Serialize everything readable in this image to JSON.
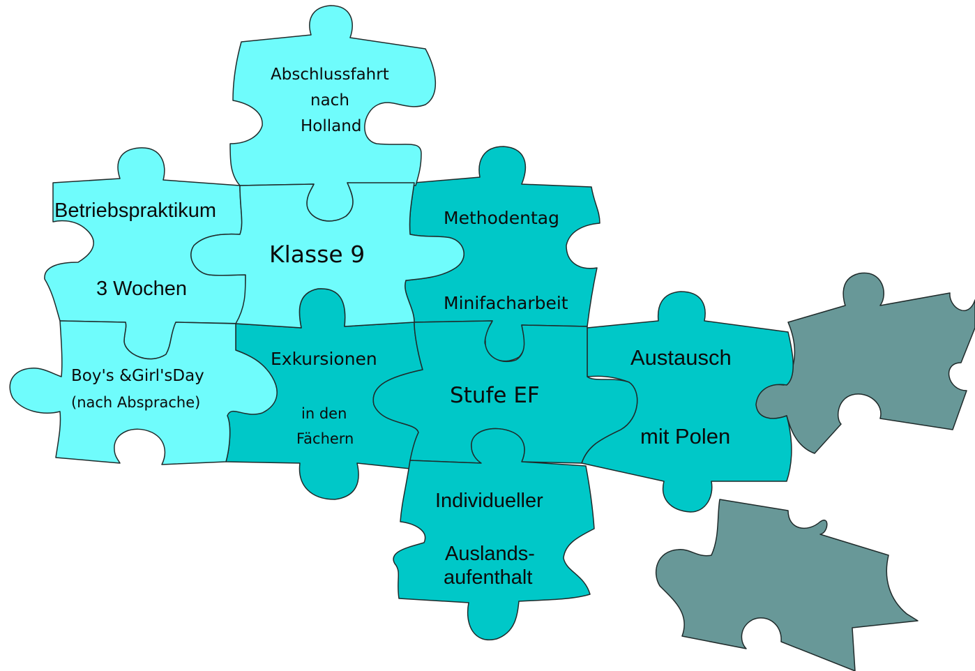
{
  "colors": {
    "light": "#6ffcfc",
    "mid": "#00c8c8",
    "gray": "#689898",
    "outline": "#1f2a2a"
  },
  "pieces": {
    "abschlussfahrt": {
      "line1": "Abschlussfahrt",
      "line2": "nach",
      "line3": "Holland"
    },
    "betriebspraktikum": {
      "title": "Betriebspraktikum",
      "sub": "3 Wochen"
    },
    "klasse9": {
      "title": "Klasse 9"
    },
    "methodentag": {
      "title": "Methodentag",
      "sub": "Minifacharbeit"
    },
    "boysgirlsday": {
      "line1": "Boy's &Girl'sDay",
      "line2": "(nach Absprache)"
    },
    "exkursionen": {
      "title": "Exkursionen",
      "line2": "in den",
      "line3": "Fächern"
    },
    "stufe_ef": {
      "title": "Stufe EF"
    },
    "austausch": {
      "title": "Austausch",
      "sub": "mit Polen"
    },
    "auslandsaufenthalt": {
      "line1": "Individueller",
      "line2": "Auslands-",
      "line3": "aufenthalt"
    }
  }
}
